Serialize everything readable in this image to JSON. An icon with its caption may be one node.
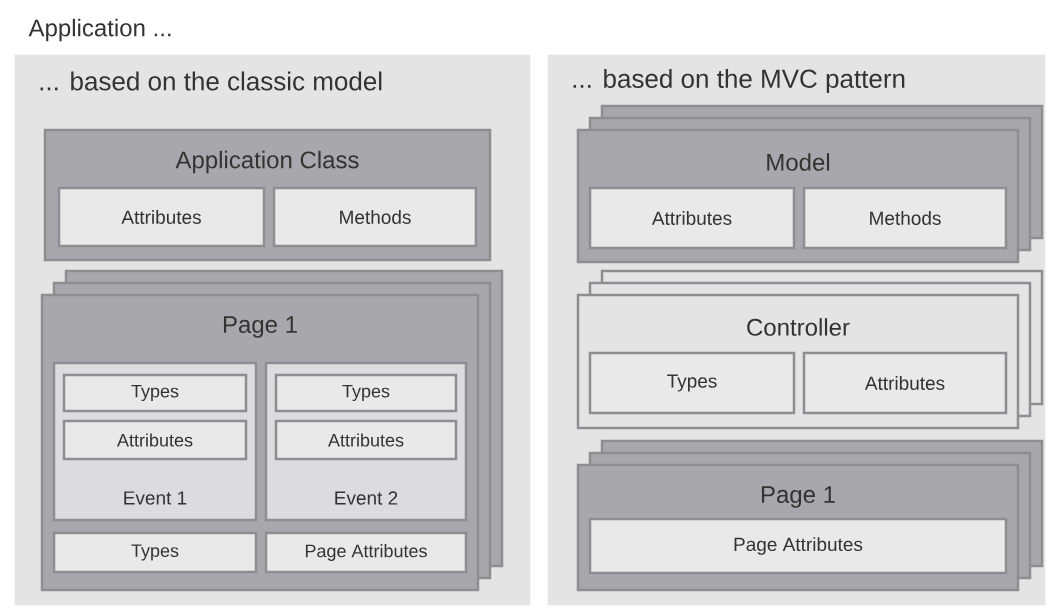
{
  "diagram": {
    "title": "Application ...",
    "nodes": [
      {
        "text": [
          "... based on the classic model"
        ]
      },
      {
        "text": [
          "Application Class"
        ],
        "in": 0
      },
      {
        "text": [
          "Attributes"
        ],
        "in": 1
      },
      {
        "text": [
          "Methods"
        ],
        "in": 1
      },
      {
        "text": [
          "Page 1"
        ],
        "in": 0
      },
      {
        "text": [
          "Event 1"
        ],
        "in": 4
      },
      {
        "text": [
          "Types"
        ],
        "in": 5
      },
      {
        "text": [
          "Attributes"
        ],
        "in": 5
      },
      {
        "text": [
          "Event 2"
        ],
        "in": 4
      },
      {
        "text": [
          "Types"
        ],
        "in": 8
      },
      {
        "text": [
          "Attributes"
        ],
        "in": 8
      },
      {
        "text": [
          "Types"
        ],
        "in": 4
      },
      {
        "text": [
          "Page Attributes"
        ],
        "in": 4
      },
      {
        "text": [
          "... based on the MVC pattern"
        ]
      },
      {
        "text": [
          "Model"
        ],
        "in": 13
      },
      {
        "text": [
          "Attributes"
        ],
        "in": 14
      },
      {
        "text": [
          "Methods"
        ],
        "in": 14
      },
      {
        "text": [
          "Controller"
        ],
        "in": 13
      },
      {
        "text": [
          "Types"
        ],
        "in": 17
      },
      {
        "text": [
          "Attributes"
        ],
        "in": 17
      },
      {
        "text": [
          "Page 1"
        ],
        "in": 13
      },
      {
        "text": [
          "Page Attributes"
        ],
        "in": 20
      }
    ]
  }
}
